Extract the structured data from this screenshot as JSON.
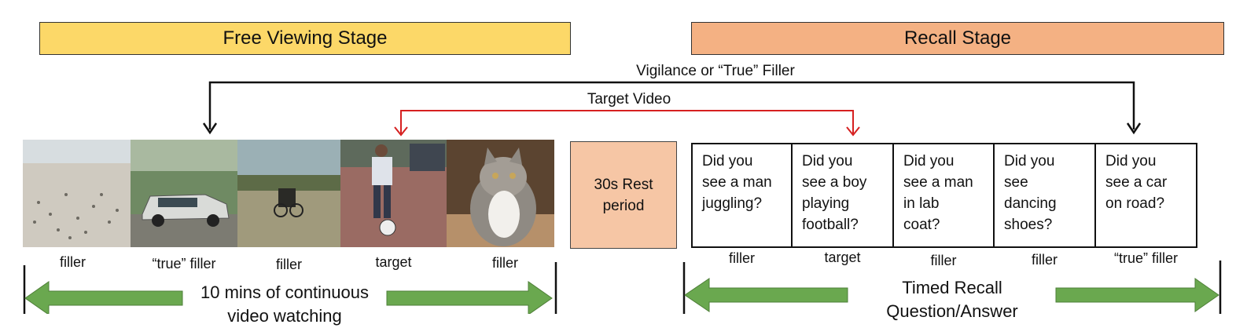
{
  "stages": {
    "free_viewing": "Free Viewing Stage",
    "recall": "Recall Stage"
  },
  "connectors": {
    "vigilance": "Vigilance or “True” Filler",
    "target": "Target Video"
  },
  "videos": [
    {
      "label": "filler",
      "scene": "beach with birds"
    },
    {
      "label": "“true” filler",
      "scene": "car on road"
    },
    {
      "label": "filler",
      "scene": "carriage in field"
    },
    {
      "label": "target",
      "scene": "boy playing football"
    },
    {
      "label": "filler",
      "scene": "cat"
    }
  ],
  "rest": "30s Rest\nperiod",
  "questions": [
    {
      "text": "Did you\nsee a man\njuggling?",
      "label": "filler"
    },
    {
      "text": "Did you\nsee a boy\nplaying\nfootball?",
      "label": "target"
    },
    {
      "text": "Did you\nsee a man\nin lab\ncoat?",
      "label": "filler"
    },
    {
      "text": "Did you\nsee\ndancing\nshoes?",
      "label": "filler"
    },
    {
      "text": "Did you\nsee a car\non road?",
      "label": "“true” filler"
    }
  ],
  "durations": {
    "free_viewing": "10 mins of continuous video watching",
    "recall": "Timed Recall Question/Answer"
  },
  "colors": {
    "free_viewing_bar": "#fcd868",
    "recall_bar": "#f4b183",
    "rest_box": "#f6c6a5",
    "target_arrow": "#d62020",
    "vigilance_arrow": "#111111",
    "duration_arrow": "#6aa84f"
  }
}
